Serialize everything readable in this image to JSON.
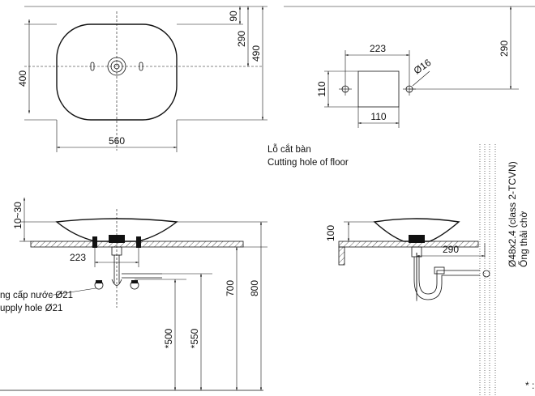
{
  "top_view": {
    "dims": {
      "width": "560",
      "depth": "400",
      "d90": "90",
      "d290": "290",
      "d490": "490"
    }
  },
  "cutting_hole": {
    "dims": {
      "d223": "223",
      "d110_h": "110",
      "d110_v": "110",
      "dia16": "Ø16",
      "d290": "290"
    },
    "label_vi": "Lỗ cắt bàn",
    "label_en": "Cutting hole of floor"
  },
  "front_view": {
    "dims": {
      "d10_30": "10~30",
      "d223": "223",
      "d500": "*500",
      "d550": "*550",
      "d700": "700",
      "d800": "800"
    },
    "label_vi": "ng cấp nước Ø21",
    "label_en": "upply hole Ø21"
  },
  "side_view": {
    "dims": {
      "d100": "100",
      "d290": "290"
    },
    "drain_class": "Ø48x2.4 (class 2-TCVN)",
    "drain_vi": "Ống thải chờ",
    "footnote": "* :"
  },
  "colors": {
    "line": "#111111",
    "background": "#ffffff"
  }
}
